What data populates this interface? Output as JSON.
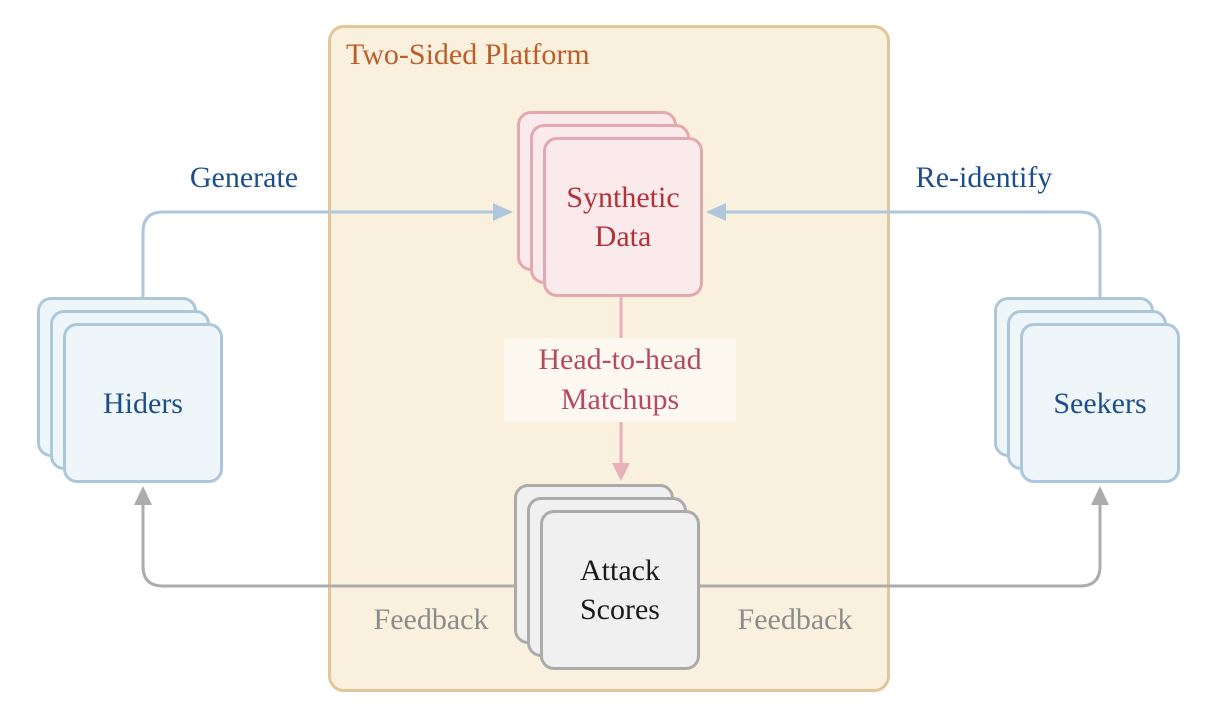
{
  "platform": {
    "title": "Two-Sided Platform"
  },
  "nodes": {
    "hiders": {
      "label": "Hiders"
    },
    "seekers": {
      "label": "Seekers"
    },
    "synthetic": {
      "label": "Synthetic Data"
    },
    "attack": {
      "label": "Attack Scores"
    }
  },
  "edges": {
    "generate": {
      "label": "Generate"
    },
    "reidentify": {
      "label": "Re-identify"
    },
    "matchups": {
      "label": "Head-to-head Matchups"
    },
    "feedback_left": {
      "label": "Feedback"
    },
    "feedback_right": {
      "label": "Feedback"
    }
  },
  "colors": {
    "platform-fill": "#faf0de",
    "platform-border": "#e4c49a",
    "title-text": "#bd5d27",
    "blue-fill": "#eff6f9",
    "blue-border": "#adc7da",
    "blue-text": "#1d4e8b",
    "pink-fill": "#fbeaec",
    "pink-border": "#e2a9b1",
    "pink-text": "#b23238",
    "gray-fill": "#f0f0f0",
    "gray-border": "#ababab",
    "gray-text": "#1a1a1a",
    "arrow-blue": "#afc6db",
    "arrow-gray": "#acacac",
    "arrow-pink": "#e8b1ba",
    "matchup-text": "#b64a5f",
    "feedback-text": "#8c8c8c"
  }
}
